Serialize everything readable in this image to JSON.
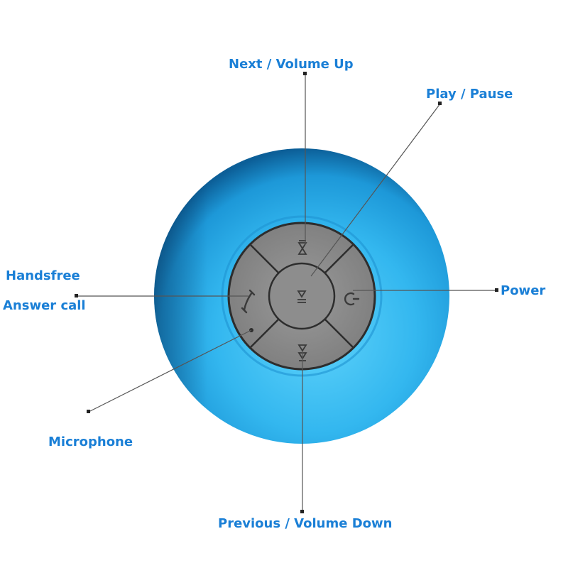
{
  "callouts": {
    "next_volume_up": "Next / Volume Up",
    "play_pause": "Play / Pause",
    "handsfree": "Handsfree",
    "answer_call": "Answer call",
    "power": "Power",
    "microphone": "Microphone",
    "previous_volume_down": "Previous / Volume Down"
  },
  "colors": {
    "label": "#1a7fd6",
    "leader_line": "#555555",
    "speaker_body": "#2cb4ee",
    "button_pad": "#8f8f8f",
    "button_divider": "#2d2d2d"
  },
  "icons": {
    "next": "skip-up-icon",
    "play": "play-pause-icon",
    "previous": "skip-down-icon",
    "phone": "phone-icon",
    "power": "power-icon",
    "microphone": "microphone-hole"
  }
}
